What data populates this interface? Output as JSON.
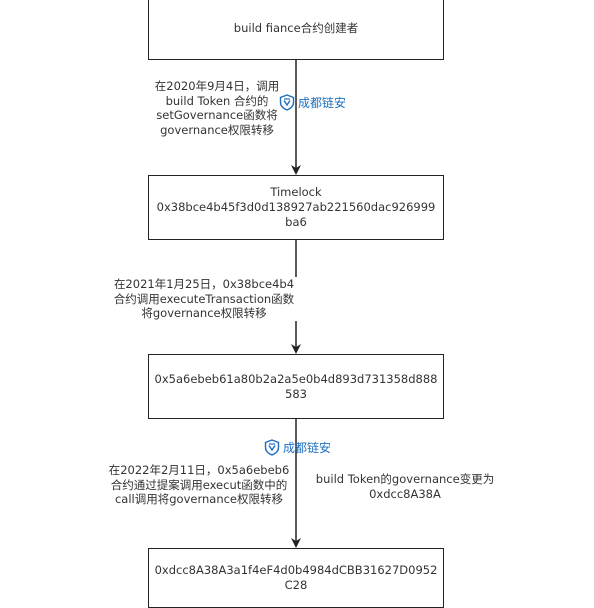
{
  "nodes": [
    {
      "id": "creator",
      "text": "build fiance合约创建者"
    },
    {
      "id": "timelock",
      "text": "Timelock\n0x38bce4b45f3d0d138927ab221560dac926999\nba6"
    },
    {
      "id": "contract-5a6",
      "text": "0x5a6ebeb61a80b2a2a5e0b4d893d731358d888\n583"
    },
    {
      "id": "contract-dcc",
      "text": "0xdcc8A38A3a1f4eF4d0b4984dCBB31627D0952\nC28"
    }
  ],
  "edges": [
    {
      "from": "creator",
      "to": "timelock",
      "label": "在2020年9月4日，调用\nbuild Token 合约的\nsetGovernance函数将\ngovernance权限转移"
    },
    {
      "from": "timelock",
      "to": "contract-5a6",
      "label": "在2021年1月25日，0x38bce4b4\n合约调用executeTransaction函数\n将governance权限转移"
    },
    {
      "from": "contract-5a6",
      "to": "contract-dcc",
      "label": "在2022年2月11日，0x5a6ebeb6\n合约通过提案调用execut函数中的\ncall调用将governance权限转移"
    }
  ],
  "annotation": {
    "text": "build Token的governance变更为\n0xdcc8A38A"
  },
  "watermarks": [
    {
      "text": "成都链安",
      "icon": "shield-logo-icon"
    },
    {
      "text": "成都链安",
      "icon": "shield-logo-icon"
    }
  ],
  "colors": {
    "watermark": "#1d6fc0",
    "stroke": "#222222"
  }
}
